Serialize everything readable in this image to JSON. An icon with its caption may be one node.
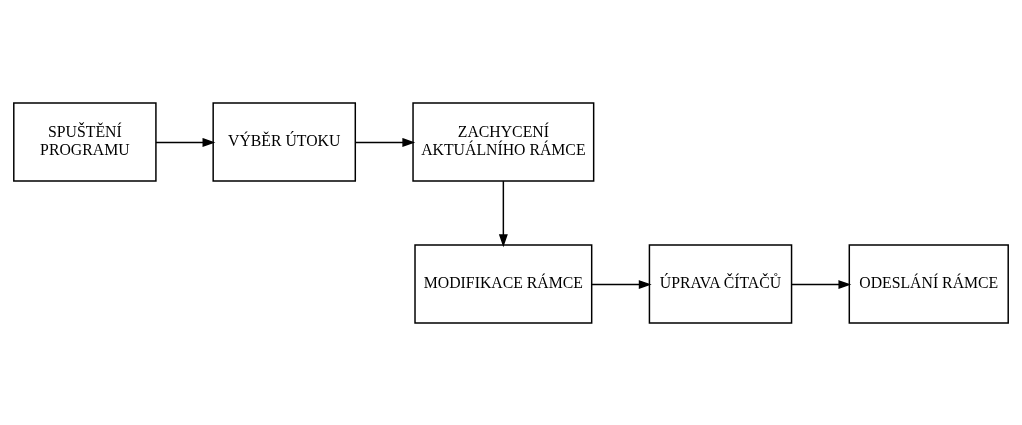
{
  "diagram": {
    "nodes": [
      {
        "text": [
          "SPUŠTĚNÍ PROGRAMU"
        ]
      },
      {
        "text": [
          "VÝBĚR ÚTOKU"
        ]
      },
      {
        "text": [
          "ZACHYCENÍ AKTUÁLNÍHO RÁMCE"
        ]
      },
      {
        "text": [
          "MODIFIKACE RÁMCE"
        ]
      },
      {
        "text": [
          "ÚPRAVA ČÍTAČŮ"
        ]
      },
      {
        "text": [
          "ODESLÁNÍ RÁMCE"
        ]
      }
    ],
    "edges": [
      {
        "from": 0,
        "to": 1,
        "arrow": "to"
      },
      {
        "from": 1,
        "to": 2,
        "arrow": "to"
      },
      {
        "from": 2,
        "to": 3,
        "arrow": "to"
      },
      {
        "from": 3,
        "to": 4,
        "arrow": "to"
      },
      {
        "from": 4,
        "to": 5,
        "arrow": "to"
      }
    ]
  }
}
